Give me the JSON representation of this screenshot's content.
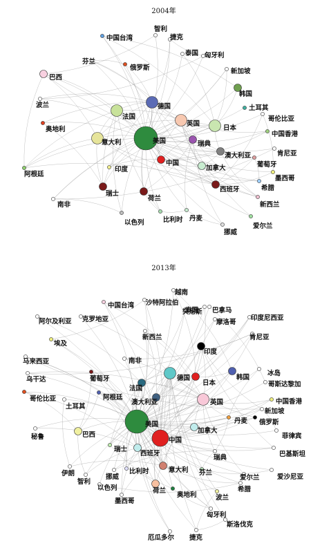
{
  "panels": [
    {
      "title": "2004年",
      "nodes": [
        {
          "id": "美国",
          "label": "美国",
          "color": "#2e8b3e",
          "size": "xl"
        },
        {
          "id": "德国",
          "label": "德国",
          "color": "#5b6bb5",
          "size": "m"
        },
        {
          "id": "英国",
          "label": "英国",
          "color": "#f7c8b0",
          "size": "m"
        },
        {
          "id": "日本",
          "label": "日本",
          "color": "#c9e6b0",
          "size": "m"
        },
        {
          "id": "法国",
          "label": "法国",
          "color": "#c8e29a",
          "size": "m"
        },
        {
          "id": "意大利",
          "label": "意大利",
          "color": "#e6e49a",
          "size": "m"
        },
        {
          "id": "中国",
          "label": "中国",
          "color": "#e02020",
          "size": "s"
        },
        {
          "id": "瑞典",
          "label": "瑞典",
          "color": "#9b55b0",
          "size": "s"
        },
        {
          "id": "澳大利亚",
          "label": "澳大利亚",
          "color": "#808080",
          "size": "s"
        },
        {
          "id": "加拿大",
          "label": "加拿大",
          "color": "#c8ecd0",
          "size": "s"
        },
        {
          "id": "西班牙",
          "label": "西班牙",
          "color": "#7a1a1a",
          "size": "s"
        },
        {
          "id": "荷兰",
          "label": "荷兰",
          "color": "#7a1a1a",
          "size": "s"
        },
        {
          "id": "瑞士",
          "label": "瑞士",
          "color": "#7a1a1a",
          "size": "s"
        },
        {
          "id": "印度",
          "label": "印度",
          "color": "#f2ef90",
          "size": "xs"
        },
        {
          "id": "比利时",
          "label": "比利时",
          "color": "#a8dcb0",
          "size": "xs"
        },
        {
          "id": "以色列",
          "label": "以色列",
          "color": "#c0c0c0",
          "size": "xs"
        },
        {
          "id": "丹麦",
          "label": "丹麦",
          "color": "#c8ecd0",
          "size": "xs"
        },
        {
          "id": "挪威",
          "label": "挪威",
          "color": "#e0e0e0",
          "size": "xs"
        },
        {
          "id": "爱尔兰",
          "label": "爱尔兰",
          "color": "#a0e0a0",
          "size": "xs"
        },
        {
          "id": "新西兰",
          "label": "新西兰",
          "color": "#f0c0d0",
          "size": "xs"
        },
        {
          "id": "希腊",
          "label": "希腊",
          "color": "#a0d0ff",
          "size": "xs"
        },
        {
          "id": "墨西哥",
          "label": "墨西哥",
          "color": "#f0f080",
          "size": "xs"
        },
        {
          "id": "葡萄牙",
          "label": "葡萄牙",
          "color": "#e0a0a0",
          "size": "xs"
        },
        {
          "id": "肯尼亚",
          "label": "肯尼亚",
          "color": "#ffffff",
          "size": "xs"
        },
        {
          "id": "中国香港",
          "label": "中国香港",
          "color": "#a0d080",
          "size": "xs"
        },
        {
          "id": "哥伦比亚",
          "label": "哥伦比亚",
          "color": "#ffffff",
          "size": "xs"
        },
        {
          "id": "土耳其",
          "label": "土耳其",
          "color": "#40b0a0",
          "size": "xs"
        },
        {
          "id": "韩国",
          "label": "韩国",
          "color": "#70a050",
          "size": "s"
        },
        {
          "id": "新加坡",
          "label": "新加坡",
          "color": "#ffffff",
          "size": "xs"
        },
        {
          "id": "匈牙利",
          "label": "匈牙利",
          "color": "#ffffff",
          "size": "xs"
        },
        {
          "id": "泰国",
          "label": "泰国",
          "color": "#ffffff",
          "size": "xs"
        },
        {
          "id": "捷克",
          "label": "捷克",
          "color": "#ffffff",
          "size": "xs"
        },
        {
          "id": "智利",
          "label": "智利",
          "color": "#ffffff",
          "size": "xs"
        },
        {
          "id": "中国台湾",
          "label": "中国台湾",
          "color": "#60a0e0",
          "size": "xs"
        },
        {
          "id": "芬兰",
          "label": "芬兰",
          "color": "#ffffff",
          "size": "xs"
        },
        {
          "id": "俄罗斯",
          "label": "俄罗斯",
          "color": "#e05020",
          "size": "xs"
        },
        {
          "id": "巴西",
          "label": "巴西",
          "color": "#f8d0e0",
          "size": "s"
        },
        {
          "id": "波兰",
          "label": "波兰",
          "color": "#ffffff",
          "size": "xs"
        },
        {
          "id": "奥地利",
          "label": "奥地利",
          "color": "#e04020",
          "size": "xs"
        },
        {
          "id": "阿根廷",
          "label": "阿根廷",
          "color": "#90d070",
          "size": "xs"
        },
        {
          "id": "南非",
          "label": "南非",
          "color": "#ffffff",
          "size": "xs"
        }
      ]
    },
    {
      "title": "2013年",
      "nodes": [
        {
          "id": "美国",
          "label": "美国",
          "color": "#2e8b3e",
          "size": "xl"
        },
        {
          "id": "中国",
          "label": "中国",
          "color": "#e02020",
          "size": "l"
        },
        {
          "id": "英国",
          "label": "英国",
          "color": "#f8c8d8",
          "size": "m"
        },
        {
          "id": "德国",
          "label": "德国",
          "color": "#5fc8c8",
          "size": "m"
        },
        {
          "id": "日本",
          "label": "日本",
          "color": "#e02020",
          "size": "s"
        },
        {
          "id": "法国",
          "label": "法国",
          "color": "#2a6a80",
          "size": "s"
        },
        {
          "id": "印度",
          "label": "印度",
          "color": "#000000",
          "size": "s"
        },
        {
          "id": "韩国",
          "label": "韩国",
          "color": "#5060b0",
          "size": "s"
        },
        {
          "id": "加拿大",
          "label": "加拿大",
          "color": "#c0ecec",
          "size": "s"
        },
        {
          "id": "澳大利亚",
          "label": "澳大利亚",
          "color": "#406080",
          "size": "s"
        },
        {
          "id": "西班牙",
          "label": "西班牙",
          "color": "#c0ecec",
          "size": "s"
        },
        {
          "id": "意大利",
          "label": "意大利",
          "color": "#d08070",
          "size": "s"
        },
        {
          "id": "巴西",
          "label": "巴西",
          "color": "#f0f0a0",
          "size": "s"
        },
        {
          "id": "瑞士",
          "label": "瑞士",
          "color": "#c0ecb0",
          "size": "xs"
        },
        {
          "id": "荷兰",
          "label": "荷兰",
          "color": "#f8c0a0",
          "size": "s"
        },
        {
          "id": "丹麦",
          "label": "丹麦",
          "color": "#f0a040",
          "size": "xs"
        },
        {
          "id": "俄罗斯",
          "label": "俄罗斯",
          "color": "#000000",
          "size": "xs"
        },
        {
          "id": "瑞典",
          "label": "瑞典",
          "color": "#ffffff",
          "size": "xs"
        },
        {
          "id": "比利时",
          "label": "比利时",
          "color": "#e0e0ff",
          "size": "xs"
        },
        {
          "id": "挪威",
          "label": "挪威",
          "color": "#ffffff",
          "size": "xs"
        },
        {
          "id": "芬兰",
          "label": "芬兰",
          "color": "#c0e8c0",
          "size": "xs"
        },
        {
          "id": "奥地利",
          "label": "奥地利",
          "color": "#208040",
          "size": "xs"
        },
        {
          "id": "波兰",
          "label": "波兰",
          "color": "#f0f0a0",
          "size": "xs"
        },
        {
          "id": "希腊",
          "label": "希腊",
          "color": "#ffffff",
          "size": "xs"
        },
        {
          "id": "爱尔兰",
          "label": "爱尔兰",
          "color": "#ffffff",
          "size": "xs"
        },
        {
          "id": "爱沙尼亚",
          "label": "爱沙尼亚",
          "color": "#ffffff",
          "size": "xs"
        },
        {
          "id": "巴基斯坦",
          "label": "巴基斯坦",
          "color": "#ffffff",
          "size": "xs"
        },
        {
          "id": "菲律宾",
          "label": "菲律宾",
          "color": "#ffffff",
          "size": "xs"
        },
        {
          "id": "新加坡",
          "label": "新加坡",
          "color": "#ffffff",
          "size": "xs"
        },
        {
          "id": "中国香港",
          "label": "中国香港",
          "color": "#f0f080",
          "size": "xs"
        },
        {
          "id": "哥斯达黎加",
          "label": "哥斯达黎加",
          "color": "#ffffff",
          "size": "xs"
        },
        {
          "id": "冰岛",
          "label": "冰岛",
          "color": "#ffffff",
          "size": "xs"
        },
        {
          "id": "肯尼亚",
          "label": "肯尼亚",
          "color": "#ffffff",
          "size": "xs"
        },
        {
          "id": "印度尼西亚",
          "label": "印度尼西亚",
          "color": "#ffffff",
          "size": "xs"
        },
        {
          "id": "摩洛哥",
          "label": "摩洛哥",
          "color": "#ffffff",
          "size": "xs"
        },
        {
          "id": "巴拿马",
          "label": "巴拿马",
          "color": "#ffffff",
          "size": "xs"
        },
        {
          "id": "泰国",
          "label": "泰国",
          "color": "#ffffff",
          "size": "xs"
        },
        {
          "id": "突尼斯",
          "label": "突尼斯",
          "color": "#ffffff",
          "size": "xs"
        },
        {
          "id": "越南",
          "label": "越南",
          "color": "#ffffff",
          "size": "xs"
        },
        {
          "id": "沙特阿拉伯",
          "label": "沙特阿拉伯",
          "color": "#ffffff",
          "size": "xs"
        },
        {
          "id": "中国台湾",
          "label": "中国台湾",
          "color": "#f8d0e0",
          "size": "xs"
        },
        {
          "id": "克罗地亚",
          "label": "克罗地亚",
          "color": "#ffffff",
          "size": "xs"
        },
        {
          "id": "阿尔及利亚",
          "label": "阿尔及利亚",
          "color": "#ffffff",
          "size": "xs"
        },
        {
          "id": "埃及",
          "label": "埃及",
          "color": "#f0f080",
          "size": "xs"
        },
        {
          "id": "新西兰",
          "label": "新西兰",
          "color": "#ffffff",
          "size": "xs"
        },
        {
          "id": "马来西亚",
          "label": "马来西亚",
          "color": "#ffffff",
          "size": "xs"
        },
        {
          "id": "南非",
          "label": "南非",
          "color": "#ffffff",
          "size": "xs"
        },
        {
          "id": "葡萄牙",
          "label": "葡萄牙",
          "color": "#7a1a1a",
          "size": "xs"
        },
        {
          "id": "阿根廷",
          "label": "阿根廷",
          "color": "#5060b0",
          "size": "xs"
        },
        {
          "id": "乌干达",
          "label": "乌干达",
          "color": "#ffffff",
          "size": "xs"
        },
        {
          "id": "哥伦比亚",
          "label": "哥伦比亚",
          "color": "#e05020",
          "size": "xs"
        },
        {
          "id": "土耳其",
          "label": "土耳其",
          "color": "#ffffff",
          "size": "xs"
        },
        {
          "id": "秘鲁",
          "label": "秘鲁",
          "color": "#ffffff",
          "size": "xs"
        },
        {
          "id": "伊朗",
          "label": "伊朗",
          "color": "#ffffff",
          "size": "xs"
        },
        {
          "id": "智利",
          "label": "智利",
          "color": "#ffffff",
          "size": "xs"
        },
        {
          "id": "以色列",
          "label": "以色列",
          "color": "#ffffff",
          "size": "xs"
        },
        {
          "id": "墨西哥",
          "label": "墨西哥",
          "color": "#ffffff",
          "size": "xs"
        },
        {
          "id": "匈牙利",
          "label": "匈牙利",
          "color": "#ffffff",
          "size": "xs"
        },
        {
          "id": "斯洛伐克",
          "label": "斯洛伐克",
          "color": "#ffffff",
          "size": "xs"
        },
        {
          "id": "厄瓜多尔",
          "label": "厄瓜多尔",
          "color": "#ffffff",
          "size": "xs"
        },
        {
          "id": "捷克",
          "label": "捷克",
          "color": "#ffffff",
          "size": "xs"
        }
      ]
    }
  ]
}
